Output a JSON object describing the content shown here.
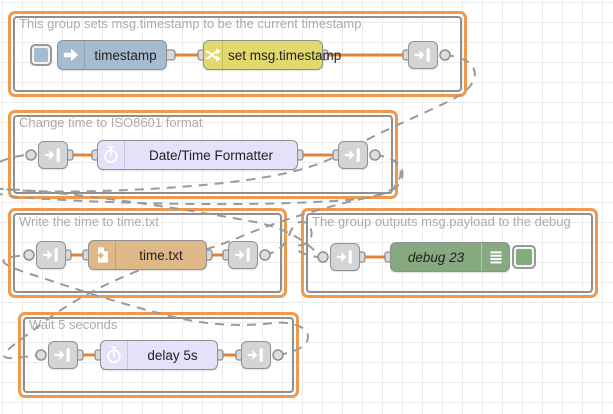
{
  "app": "node-red-flow-editor",
  "groups": {
    "g1": {
      "label": "This group sets msg.timestamp to be the current timestamp"
    },
    "g2": {
      "label": "Change time to ISO8601 format"
    },
    "g3": {
      "label": "Write the time to time.txt"
    },
    "g4": {
      "label": "The group outputs msg.payload to the debug"
    },
    "g5": {
      "label": "Wait 5 seconds"
    }
  },
  "nodes": {
    "inject": {
      "label": "timestamp",
      "icon": "inject-arrow-icon",
      "color": "#a6bbcf"
    },
    "change": {
      "label": "set msg.timestamp",
      "icon": "shuffle-icon",
      "color": "#e2d96e"
    },
    "formatter": {
      "label": "Date/Time Formatter",
      "icon": "timer-icon",
      "color": "#e6e0f8"
    },
    "file": {
      "label": "time.txt",
      "icon": "file-out-icon",
      "color": "#deb887"
    },
    "debug": {
      "label": "debug 23",
      "icon": "debug-list-icon",
      "color": "#87a980"
    },
    "delay": {
      "label": "delay 5s",
      "icon": "timer-icon",
      "color": "#e6e0f8"
    },
    "link": {
      "icon": "link-icon",
      "color": "#d4d4d4"
    }
  },
  "colors": {
    "group_border": "#f0994c",
    "group_inner_border": "#8f8f8f",
    "wire_orange": "#e2843b",
    "link_wire_gray": "#9a9a9a",
    "grid_line": "#ececec",
    "port_fill": "#d9d9d9"
  }
}
